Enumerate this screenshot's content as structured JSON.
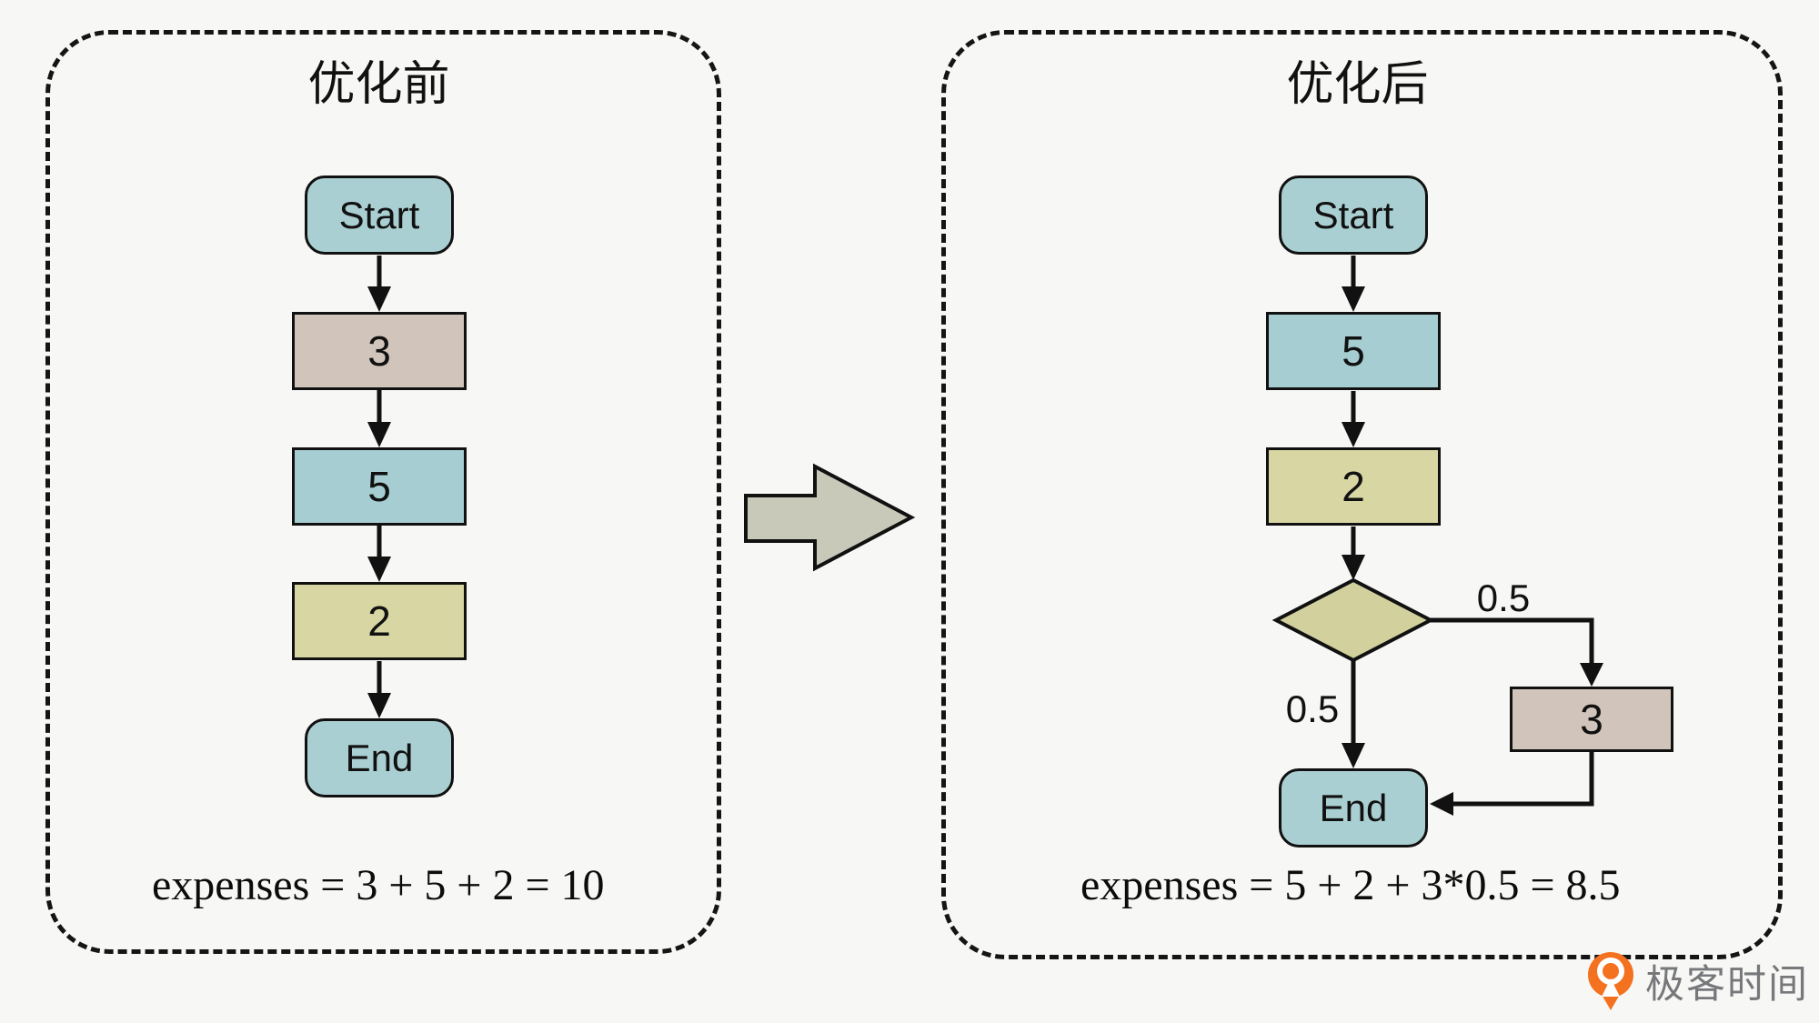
{
  "colors": {
    "background": "#f7f7f5",
    "teal": "#a6cdd1",
    "tan": "#d1c4ba",
    "khaki": "#d8d6a3",
    "diamond": "#d2d19e",
    "transform_arrow_fill": "#c9c9ba",
    "line": "#111111",
    "logo_orange": "#f4711f",
    "logo_text_gray": "#77787b"
  },
  "before_panel": {
    "title": "优化前",
    "start_label": "Start",
    "step1_label": "3",
    "step2_label": "5",
    "step3_label": "2",
    "end_label": "End",
    "formula": "expenses = 3 + 5 + 2 = 10"
  },
  "after_panel": {
    "title": "优化后",
    "start_label": "Start",
    "step1_label": "5",
    "step2_label": "2",
    "branch_step_label": "3",
    "end_label": "End",
    "right_branch_probability": "0.5",
    "down_branch_probability": "0.5",
    "formula": "expenses = 5 + 2 + 3*0.5 = 8.5"
  },
  "footer": {
    "brand": "极客时间"
  }
}
